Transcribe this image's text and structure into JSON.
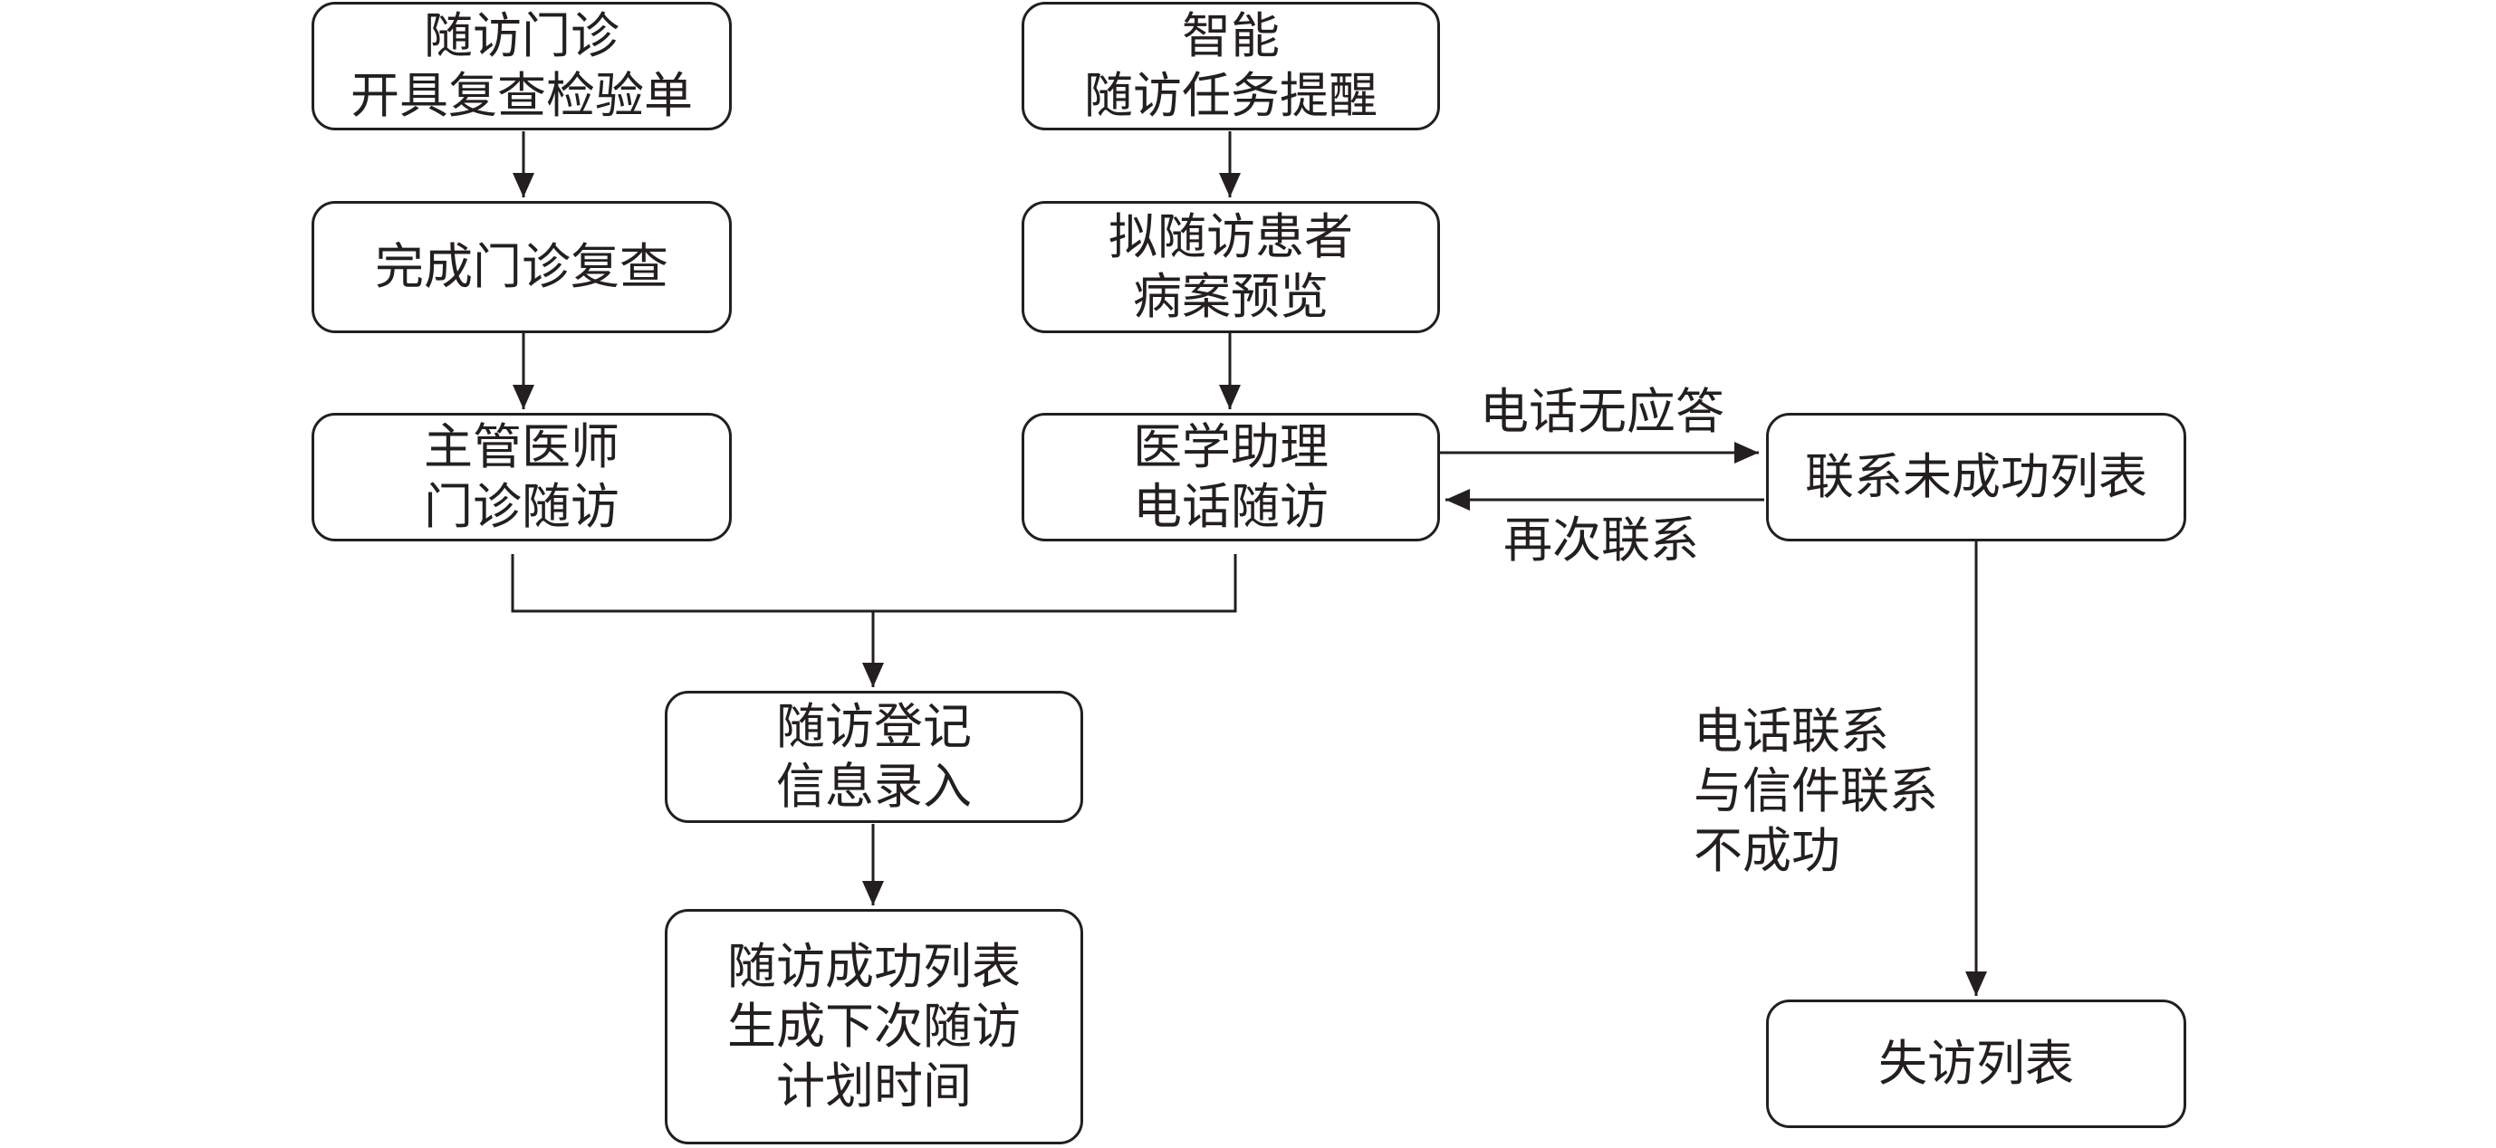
{
  "nodes": {
    "followup_clinic": [
      "随访门诊",
      "开具复查检验单"
    ],
    "complete_recheck": [
      "完成门诊复查"
    ],
    "attending_followup": [
      "主管医师",
      "门诊随访"
    ],
    "smart_reminder": [
      "智能",
      "随访任务提醒"
    ],
    "case_preview": [
      "拟随访患者",
      "病案预览"
    ],
    "assistant_phone": [
      "医学助理",
      "电话随访"
    ],
    "unreached_list": [
      "联系未成功列表"
    ],
    "registration": [
      "随访登记",
      "信息录入"
    ],
    "success_list": [
      "随访成功列表",
      "生成下次随访",
      "计划时间"
    ],
    "lost_list": [
      "失访列表"
    ]
  },
  "edge_labels": {
    "no_answer": "电话无应答",
    "retry": "再次联系",
    "failed": [
      "电话联系",
      "与信件联系",
      "不成功"
    ]
  },
  "colors": {
    "stroke": "#231f20",
    "fill": "#ffffff"
  }
}
